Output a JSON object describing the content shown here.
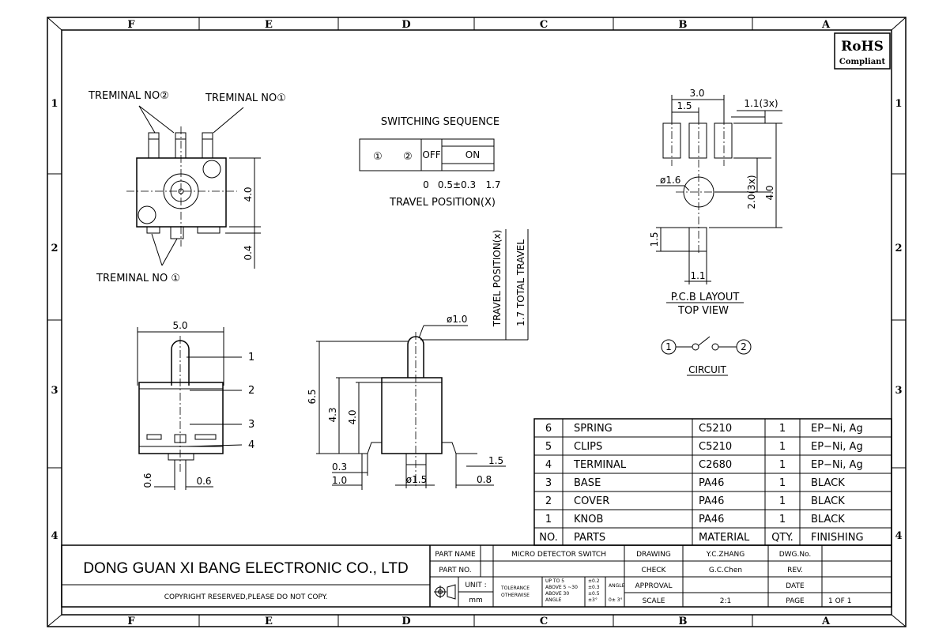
{
  "zones": {
    "columns": [
      "F",
      "E",
      "D",
      "C",
      "B",
      "A"
    ],
    "rows": [
      "1",
      "2",
      "3",
      "4"
    ]
  },
  "rohs": {
    "title": "RoHS",
    "subtitle": "Compliant"
  },
  "top_view": {
    "terminal2_label": "TREMINAL  NO②",
    "terminal1_label": "TREMINAL  NO①",
    "terminal1_bottom_label": "TREMINAL  NO ①",
    "dim_height": "4.0",
    "dim_offset": "0.4"
  },
  "switching": {
    "title": "SWITCHING  SEQUENCE",
    "pin1": "①",
    "pin2": "②",
    "off": "OFF",
    "on": "ON",
    "p0": "0",
    "p1": "0.5±0.3",
    "p2": "1.7",
    "axis_label": "TRAVEL  POSITION(X)"
  },
  "front_view": {
    "width": "5.0",
    "callouts": [
      "1",
      "2",
      "3",
      "4"
    ],
    "dim_a": "0.6",
    "dim_b": "0.6"
  },
  "side_view": {
    "travel_position": "TRAVEL POSITION(x)",
    "total_travel": "1.7 TOTAL TRAVEL",
    "knob_dia": "ø1.0",
    "h_total": "6.5",
    "h_43": "4.3",
    "h_40": "4.0",
    "d_03": "0.3",
    "d_10": "1.0",
    "d_15dia": "ø1.5",
    "d_08": "0.8",
    "d_15": "1.5"
  },
  "pcb": {
    "dim_30": "3.0",
    "dim_15": "1.5",
    "dim_11x3": "1.1(3x)",
    "hole": "ø1.6",
    "dim_20x3": "2.0(3x)",
    "dim_40": "4.0",
    "dim_15v": "1.5",
    "dim_11": "1.1",
    "title": "P.C.B  LAYOUT",
    "subtitle": "TOP  VIEW"
  },
  "circuit": {
    "n1": "1",
    "n2": "2",
    "label": "CIRCUIT"
  },
  "bom": {
    "headers": [
      "NO.",
      "PARTS",
      "MATERIAL",
      "QTY.",
      "FINISHING"
    ],
    "rows": [
      [
        "6",
        "SPRING",
        "C5210",
        "1",
        "EP−Ni,  Ag"
      ],
      [
        "5",
        "CLIPS",
        "C5210",
        "1",
        "EP−Ni,  Ag"
      ],
      [
        "4",
        "TERMINAL",
        "C2680",
        "1",
        "EP−Ni,  Ag"
      ],
      [
        "3",
        "BASE",
        "PA46",
        "1",
        "BLACK"
      ],
      [
        "2",
        "COVER",
        "PA46",
        "1",
        "BLACK"
      ],
      [
        "1",
        "KNOB",
        "PA46",
        "1",
        "BLACK"
      ]
    ]
  },
  "title_block": {
    "company": "DONG GUAN XI BANG ELECTRONIC CO., LTD",
    "copyright": "COPYRIGHT  RESERVED,PLEASE  DO  NOT  COPY.",
    "part_name_label": "PART  NAME",
    "part_name": "MICRO  DETECTOR  SWITCH",
    "part_no_label": "PART  NO.",
    "unit_label": "UNIT :",
    "unit": "mm",
    "tolerance": "TOLERANCE",
    "otherwise": "OTHERWISE",
    "tol_r1": "UP TO 5",
    "tol_r2": "ABOVE 5 ~30",
    "tol_r3": "ABOVE 30",
    "tol_r4": "ANGLE",
    "tol_v1": "±0.2",
    "tol_v2": "±0.3",
    "tol_v3": "±0.5",
    "tol_v4": "±3°",
    "angle_label": "ANGLE",
    "angle_val": "0± 3°",
    "drawing_label": "DRAWING",
    "drawing": "Y.C.ZHANG",
    "check_label": "CHECK",
    "check": "G.C.Chen",
    "approval_label": "APPROVAL",
    "scale_label": "SCALE",
    "scale": "2:1",
    "dwg_no_label": "DWG.No.",
    "rev_label": "REV.",
    "date_label": "DATE",
    "page_label": "PAGE",
    "page": "1  OF  1"
  }
}
